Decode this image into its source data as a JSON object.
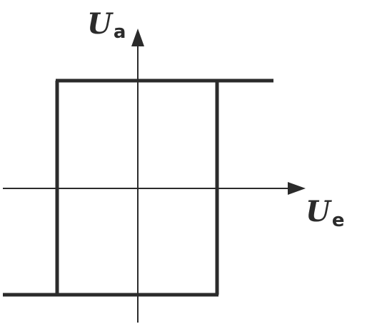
{
  "diagram": {
    "y_axis": {
      "symbol": "U",
      "subscript": "a"
    },
    "x_axis": {
      "symbol": "U",
      "subscript": "e"
    },
    "line_color": "#2b2b2b",
    "background": "#ffffff"
  }
}
